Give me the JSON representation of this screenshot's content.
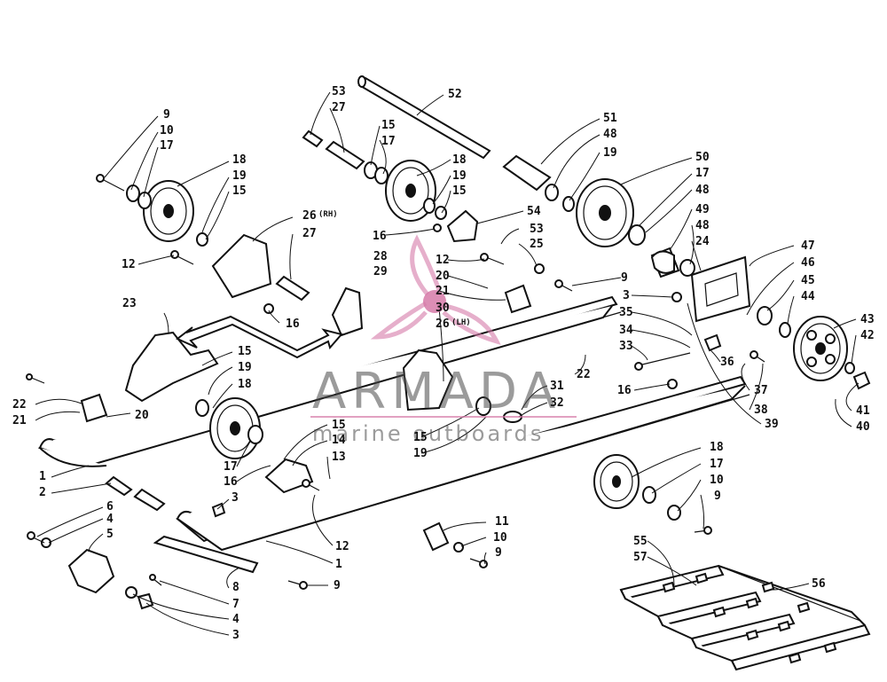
{
  "callouts": {
    "c9a": "9",
    "c10a": "10",
    "c17a": "17",
    "c18a": "18",
    "c19a": "19",
    "c15a": "15",
    "c12a": "12",
    "c26rh": "26",
    "c27a": "27",
    "c16a": "16",
    "c53a": "53",
    "c27b": "27",
    "c15b": "15",
    "c17b": "17",
    "c18b": "18",
    "c19b": "19",
    "c15c": "15",
    "c52": "52",
    "c51": "51",
    "c48a": "48",
    "c19c": "19",
    "c50": "50",
    "c17c": "17",
    "c48b": "48",
    "c49": "49",
    "c48c": "48",
    "c24": "24",
    "c54": "54",
    "c16b": "16",
    "c53b": "53",
    "c25": "25",
    "c12b": "12",
    "c20a": "20",
    "c21a": "21",
    "c30": "30",
    "c26lh": "26",
    "c9b": "9",
    "c28": "28",
    "c29": "29",
    "c3a": "3",
    "c35": "35",
    "c34": "34",
    "c33": "33",
    "c36": "36",
    "c47": "47",
    "c46": "46",
    "c45": "45",
    "c44": "44",
    "c43": "43",
    "c42": "42",
    "c37": "37",
    "c38": "38",
    "c39": "39",
    "c41": "41",
    "c40": "40",
    "c22a": "22",
    "c16c": "16",
    "c23": "23",
    "c15d": "15",
    "c19d": "19",
    "c18c": "18",
    "c22b": "22",
    "c21b": "21",
    "c20b": "20",
    "c31": "31",
    "c32": "32",
    "c15e": "15",
    "c14": "14",
    "c13": "13",
    "c15f": "15",
    "c19e": "19",
    "c17d": "17",
    "c16d": "16",
    "c1a": "1",
    "c2": "2",
    "c18d": "18",
    "c17e": "17",
    "c10b": "10",
    "c9c": "9",
    "c6": "6",
    "c4a": "4",
    "c5": "5",
    "c3b": "3",
    "c12c": "12",
    "c1b": "1",
    "c11": "11",
    "c10c": "10",
    "c9d": "9",
    "c8": "8",
    "c9e": "9",
    "c7": "7",
    "c4b": "4",
    "c3c": "3",
    "c55": "55",
    "c57": "57",
    "c56": "56"
  },
  "side_marks": {
    "rh": "(RH)",
    "lh": "(LH)"
  },
  "watermark": {
    "brand": "ARMADA",
    "tagline": "marine outboards",
    "accent_color": "#d67aa8",
    "text_color": "#4a4a4a"
  }
}
